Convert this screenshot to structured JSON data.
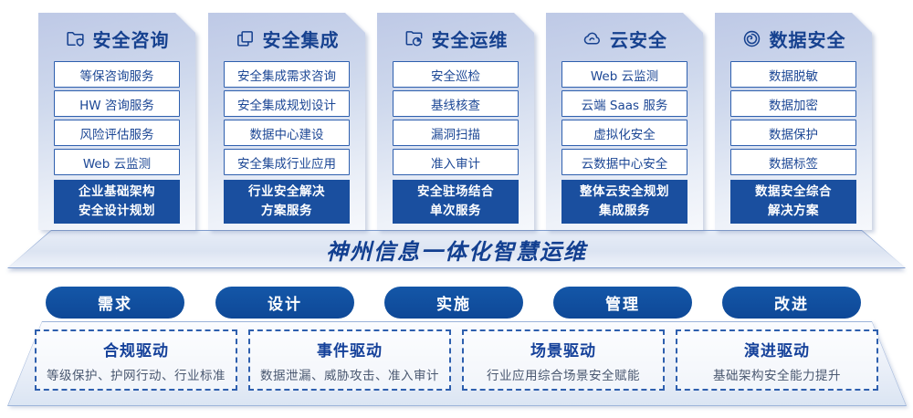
{
  "theme": {
    "accent_blue": "#0f4c9e",
    "card_title_color": "#16418f",
    "item_border_color": "#2e5fae",
    "highlight_bg": "#1a4f9f",
    "desc_text_color": "#4a5870"
  },
  "columns": [
    {
      "title": "安全咨询",
      "icon": "folder-shield-icon",
      "items": [
        "等保咨询服务",
        "HW 咨询服务",
        "风险评估服务",
        "Web 云监测"
      ],
      "highlight": [
        "企业基础架构",
        "安全设计规划"
      ]
    },
    {
      "title": "安全集成",
      "icon": "copy-docs-icon",
      "items": [
        "安全集成需求咨询",
        "安全集成规划设计",
        "数据中心建设",
        "安全集成行业应用"
      ],
      "highlight": [
        "行业安全解决",
        "方案服务"
      ]
    },
    {
      "title": "安全运维",
      "icon": "folder-pie-icon",
      "items": [
        "安全巡检",
        "基线核查",
        "漏洞扫描",
        "准入审计"
      ],
      "highlight": [
        "安全驻场结合",
        "单次服务"
      ]
    },
    {
      "title": "云安全",
      "icon": "cloud-icon",
      "items": [
        "Web 云监测",
        "云端 Saas 服务",
        "虚拟化安全",
        "云数据中心安全"
      ],
      "highlight": [
        "整体云安全规划",
        "集成服务"
      ]
    },
    {
      "title": "数据安全",
      "icon": "data-spiral-icon",
      "items": [
        "数据脱敏",
        "数据加密",
        "数据保护",
        "数据标签"
      ],
      "highlight": [
        "数据安全综合",
        "解决方案"
      ]
    }
  ],
  "banner": {
    "title": "神州信息一体化智慧运维"
  },
  "pills": [
    "需求",
    "设计",
    "实施",
    "管理",
    "改进"
  ],
  "drivers": [
    {
      "title": "合规驱动",
      "desc": "等级保护、护网行动、行业标准"
    },
    {
      "title": "事件驱动",
      "desc": "数据泄漏、威胁攻击、准入审计"
    },
    {
      "title": "场景驱动",
      "desc": "行业应用综合场景安全赋能"
    },
    {
      "title": "演进驱动",
      "desc": "基础架构安全能力提升"
    }
  ]
}
